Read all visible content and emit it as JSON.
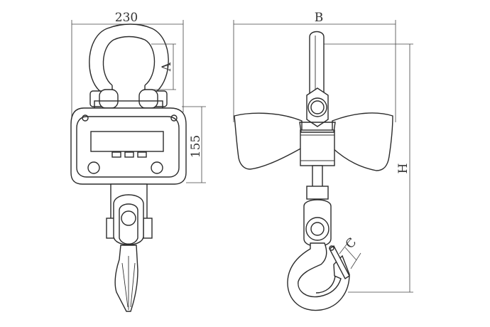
{
  "labels": {
    "width_230": "230",
    "height_155": "155",
    "dim_a": "A",
    "dim_b": "B",
    "dim_h": "H",
    "dim_c": "C"
  },
  "colors": {
    "line": "#2b2b2b",
    "dimension_line": "#444444",
    "background": "#ffffff"
  }
}
